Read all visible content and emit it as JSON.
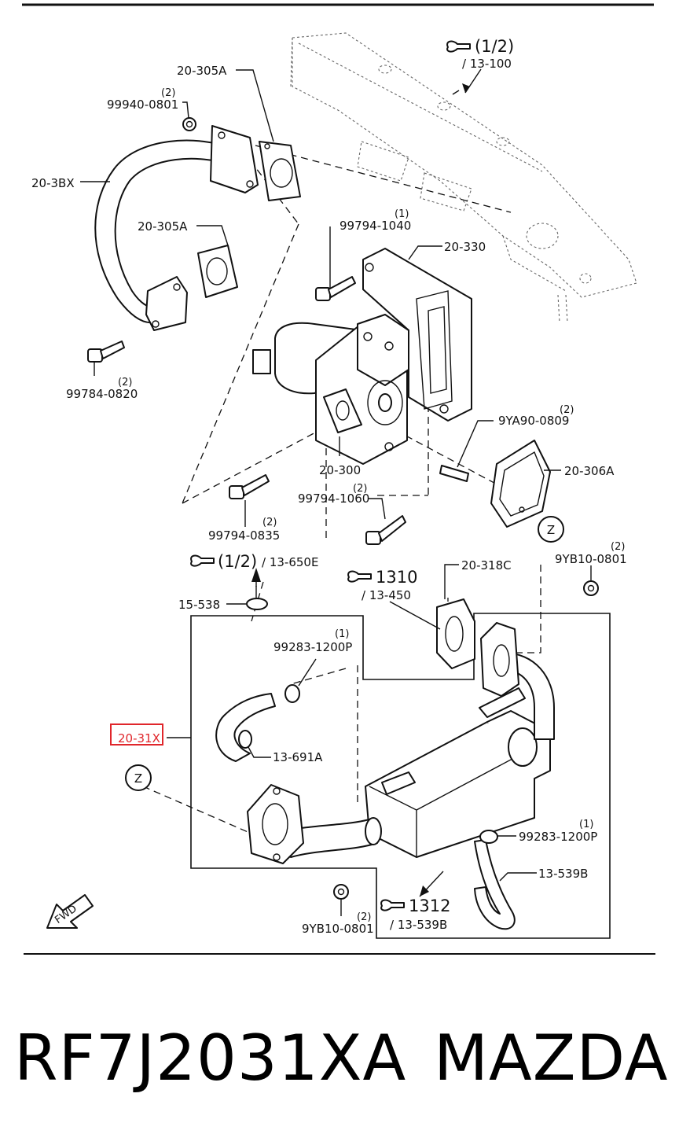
{
  "callouts": {
    "c20305A_top": "20-305A",
    "c99940": "99940-0801",
    "c99940_qty": "(2)",
    "c203BX": "20-3BX",
    "c20305A_mid": "20-305A",
    "c99784": "99784-0820",
    "c99784_qty": "(2)",
    "c99794_1040": "99794-1040",
    "c99794_1040_qty": "(1)",
    "c20330": "20-330",
    "c9YA90": "9YA90-0809",
    "c9YA90_qty": "(2)",
    "c20306A": "20-306A",
    "c20300": "20-300",
    "c99794_1060": "99794-1060",
    "c99794_1060_qty": "(2)",
    "c99794_0835": "99794-0835",
    "c99794_0835_qty": "(2)",
    "c9YB10_top": "9YB10-0801",
    "c9YB10_top_qty": "(2)",
    "c20318C": "20-318C",
    "c15538": "15-538",
    "c99283_top": "99283-1200P",
    "c99283_top_qty": "(1)",
    "c2031X": "20-31X",
    "c13691A": "13-691A",
    "c99283_bot": "99283-1200P",
    "c99283_bot_qty": "(1)",
    "c13539B": "13-539B",
    "c9YB10_bot": "9YB10-0801",
    "c9YB10_bot_qty": "(2)",
    "zone_z_right": "Z",
    "zone_z_left": "Z",
    "fwd": "FWD"
  },
  "references": {
    "r1_main": "(1/2)",
    "r1_sub": "/ 13-100",
    "r2_main": "(1/2)",
    "r2_sub": "/ 13-650E",
    "r3_main": "1310",
    "r3_sub": "/ 13-450",
    "r4_main": "1312",
    "r4_sub": "/ 13-539B"
  },
  "highlight": {
    "part": "20-31X",
    "color": "#e0262b"
  },
  "footer": {
    "part_number": "RF7J2031XA",
    "brand": "MAZDA"
  }
}
